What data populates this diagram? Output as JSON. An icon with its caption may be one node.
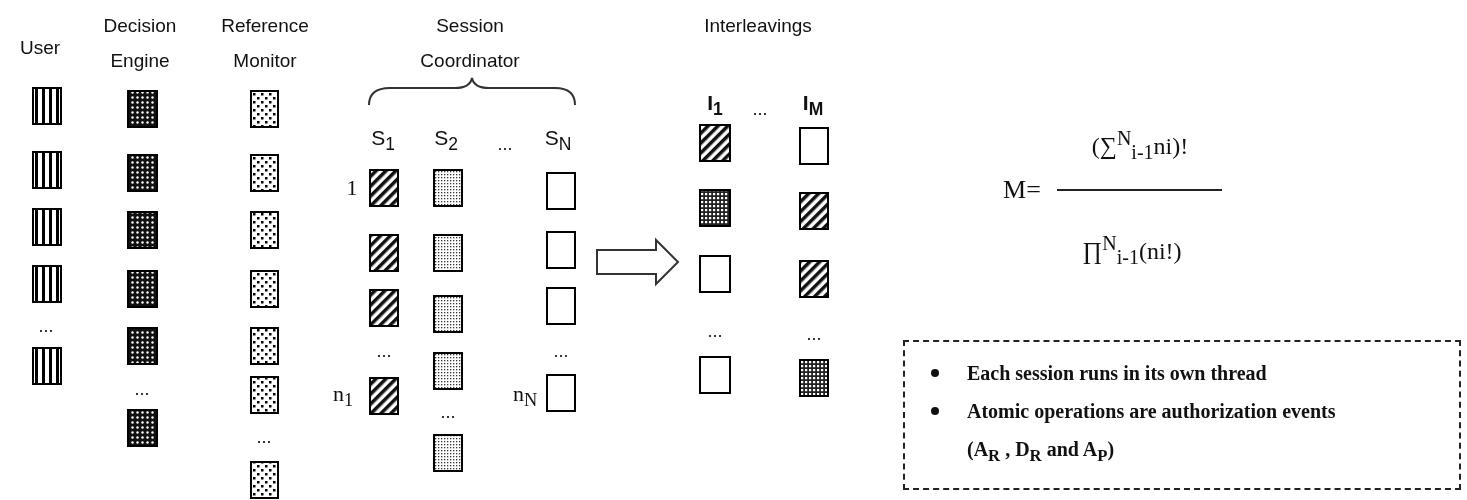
{
  "diagram": {
    "nodes": [
      {
        "text": [
          "Session Coordinator"
        ]
      },
      {
        "text": [
          "Interleavings"
        ]
      },
      {
        "text": [
          "Each session runs in its own thread",
          "Atomic operations are authorization events (A$_{R}$ , D$_{R}$ and A$_{P}$)"
        ]
      }
    ],
    "edges": [
      {
        "from": 0,
        "to": 1,
        "arrow": "to"
      }
    ],
    "labels": [
      "User",
      "Decision Engine",
      "Reference Monitor",
      "S$_{1}$",
      "S$_{2}$",
      "...",
      "S$_{N}$",
      "I$_{1}$",
      "...",
      "I$_{M}$",
      "1",
      "M=",
      "(∑$^{N}$$_{i-1}$ni)!",
      "∏$^{N}$$_{i-1}$(ni!)",
      "...",
      "...",
      "...",
      "...",
      "n$_{1}$",
      "n$_{N}$",
      "...",
      "...",
      "...",
      "..."
    ]
  }
}
